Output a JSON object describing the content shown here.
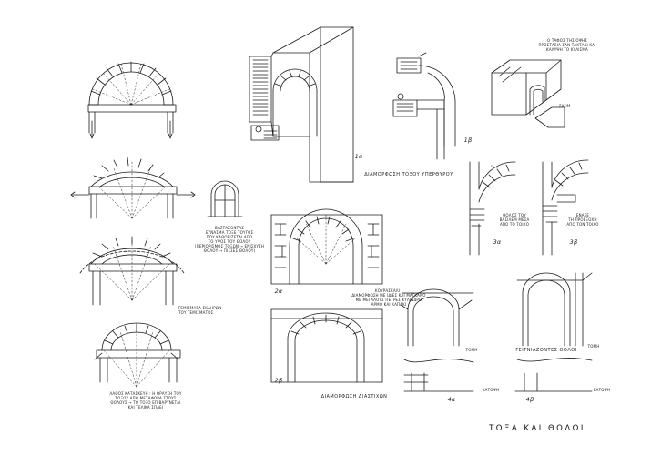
{
  "sheet_title": "ΤΟΞΑ ΚΑΙ ΘΟΛΟΙ",
  "captions": {
    "fig_1_caption": "ΔΙΑΜΟΡΦΩΣΗ ΤΟΞΟΥ ΥΠΕΡΘΥΡΟΥ",
    "fig_2_caption": "ΔΙΑΜΟΡΦΩΣΗ ΔΙΑΣΤΙΧΩΝ",
    "fig_4_caption": "ΓΕΙΤΝΙΑΖΟΝΤΕΣ ΘΟΛΟΙ"
  },
  "figure_numbers": {
    "fig_1a": "1α",
    "fig_1b": "1β",
    "fig_2a": "2α",
    "fig_2b": "2β",
    "fig_3a": "3α",
    "fig_3b": "3β",
    "fig_4a": "4α",
    "fig_4b": "4β"
  },
  "notes": {
    "centering_note": "ΒΑΣΤΑΖΟΝΤΑΣ\nΕΥΝΑΣΜΑ ΤΟΞΕ ΤΟΥΓΟΣ\nΠΟΥ ΚΑΘΟΡΙΖΕΤΑΙ ΑΠΟ\nΤΟ ΥΨΟΣ ΤΟΥ ΘΟΛΟΥ\n(ΠΕΡΙΟΡΙΣΜΟΣ ΤΟΞΩΝ → ΕΝΙΣΧΥΣΗ\nΘΟΛΟΥ → ΠΙΣΣΕΣ ΘΟΛΟΥ)",
    "fill_note": "ΓΕΜΙΣΜΑΤΑ ΣΚΛΗΡΩΝ\nΤΟΥ ΓΕΜΙΣΜΑΤΟΣ",
    "load_note": "ΛΑΘΟΣ ΚΑΤΑΣΚΕΥΗ : Η ΘΡΑΥΣΗ ΤΟΥ\nΤΟΞΟΥ ΑΠΟ ΜΕΤΑΦΟΡΑ ΣΤΟΥΣ\nΘΟΛΟΥΣ → ΤΟ ΤΟΞΟ ΕΠΙΒΑΡΥΝΕΤΑΙ\nΚΑΙ ΤΕΛΙΚΑ ΣΠΑΕΙ",
    "lintel_note": "Ο ΤΑΦΟΣ ΤΗΣ ΟΨΗΣ\nΠΡΟΣΤΑΣΙΑ ΣΑΝ ΤΑΚΤΑΚΙ ΚΑΙ\nΚΑΛΥΨΗ ΤΟ ΚΥΛΙΣΜΑ",
    "stones_note": "ΚΟΥΡΑΣΚΑΛΙ :\nΔΙΑΜΟΡΦΩΣΗ ΜΕ ΙΔΙΕΣ ΚΑΙ ΜΑΓΚΑΝΟ\nΜΕ ΜΕΓΑΛΟΥΣ ΠΕΤΡΕΣ ΚΥΛΙΝΔΡΟ\nΑΡΜΟ ΚΑΙ ΚΑΠΑΚΙ",
    "fold_note_a": "ΘΟΛΟΣ ΤΟΥ\nΒΑΣΙΛΕΜ ΜΕΣΑ\nΑΠΟ ΤΟ ΤΟΙΧΟ",
    "fold_note_b": "ΕΝΑΣΕ\nΤΗ ΠΡΟΕΞΟΧΗ\nΑΠΟ ΤΟΝ ΤΟΙΧΟ",
    "section_label_a": "ΤΟΜΗ",
    "section_label_b": "ΤΟΜΗ",
    "plan_label_a": "ΚΑΤΟΨΗ",
    "plan_label_b": "ΚΑΤΟΨΗ",
    "side_label": "ΣΧΗΜ"
  }
}
